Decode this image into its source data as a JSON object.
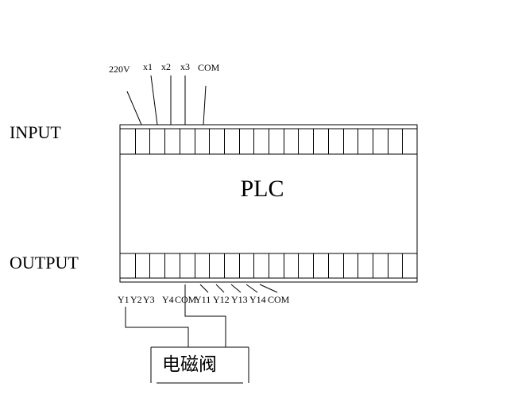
{
  "labels": {
    "input": "INPUT",
    "output": "OUTPUT",
    "plc": "PLC",
    "valve": "电磁阀"
  },
  "input_terminals": [
    "220V",
    "x1",
    "x2",
    "x3",
    "COM"
  ],
  "output_terminals": [
    "Y1",
    "Y2",
    "Y3",
    "Y4",
    "COM",
    "Y11",
    "Y12",
    "Y13",
    "Y14",
    "COM"
  ]
}
